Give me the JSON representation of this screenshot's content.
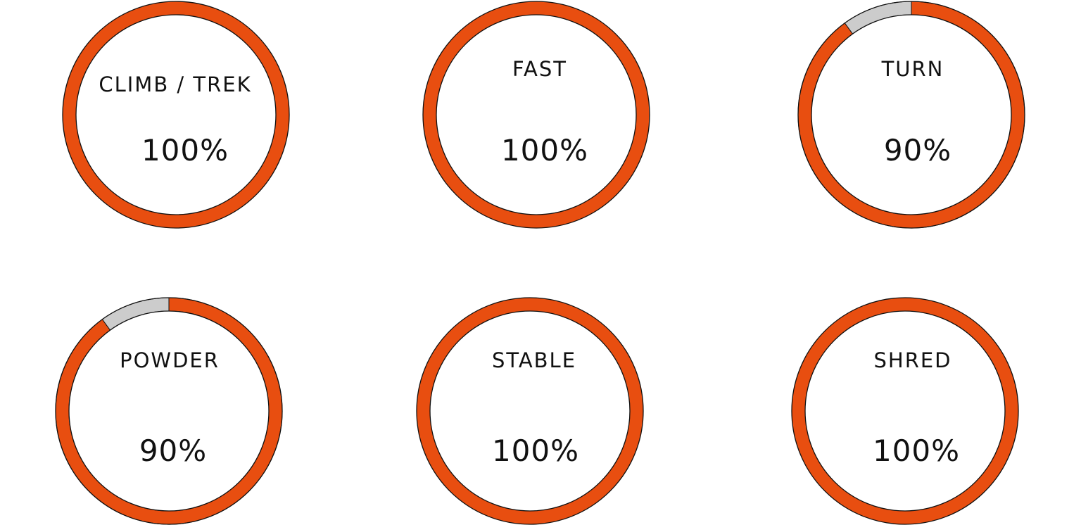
{
  "chart_data": {
    "type": "pie",
    "colors": {
      "filled": "#E84E10",
      "remaining": "#CCCCCC",
      "outline": "#111111",
      "inner": "#FFFFFF"
    },
    "gauges": [
      {
        "label": "CLIMB / TREK",
        "value": 100,
        "value_text": "100%"
      },
      {
        "label": "FAST",
        "value": 100,
        "value_text": "100%"
      },
      {
        "label": "TURN",
        "value": 90,
        "value_text": "90%"
      },
      {
        "label": "POWDER",
        "value": 90,
        "value_text": "90%"
      },
      {
        "label": "STABLE",
        "value": 100,
        "value_text": "100%"
      },
      {
        "label": "SHRED",
        "value": 100,
        "value_text": "100%"
      }
    ]
  }
}
